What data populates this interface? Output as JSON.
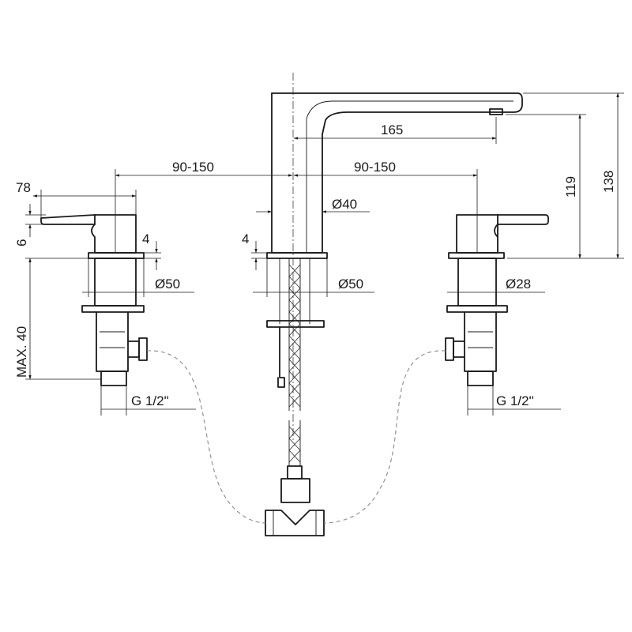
{
  "dimensions": {
    "d165": "165",
    "d138": "138",
    "d119": "119",
    "d90_150_left": "90-150",
    "d90_150_right": "90-150",
    "d78": "78",
    "d6": "6",
    "d4_left": "4",
    "d4_center": "4",
    "dia40": "Ø40",
    "dia50_left": "Ø50",
    "dia50_center": "Ø50",
    "dia28": "Ø28",
    "max40": "MAX. 40",
    "thread_left": "G  1/2\"",
    "thread_right": "G  1/2\""
  }
}
